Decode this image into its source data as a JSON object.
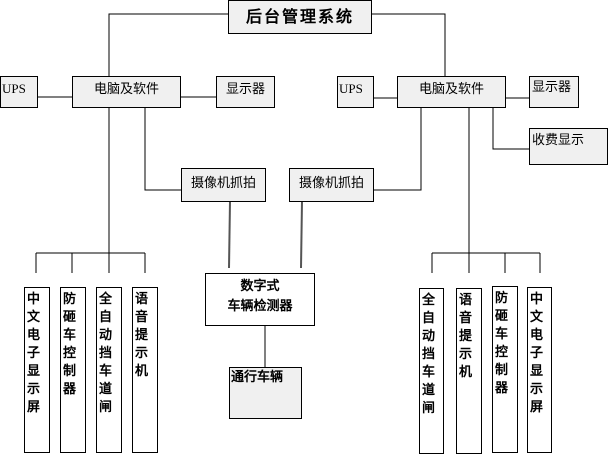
{
  "title": "后台管理系统",
  "left": {
    "ups": "UPS",
    "computer": "电脑及软件",
    "monitor": "显示器",
    "camera": "摄像机抓拍",
    "devices": [
      "中文电子显示屏",
      "防砸车控制器",
      "全自动挡车道闸",
      "语音提示机"
    ]
  },
  "right": {
    "ups": "UPS",
    "computer": "电脑及软件",
    "monitor": "显示器",
    "fee_display": "收费显示",
    "camera": "摄像机抓拍",
    "devices": [
      "全自动挡车道闸",
      "语音提示机",
      "防砸车控制器",
      "中文电子显示屏"
    ]
  },
  "detector": {
    "line1": "数字式",
    "line2": "车辆检测器"
  },
  "vehicle": "通行车辆"
}
